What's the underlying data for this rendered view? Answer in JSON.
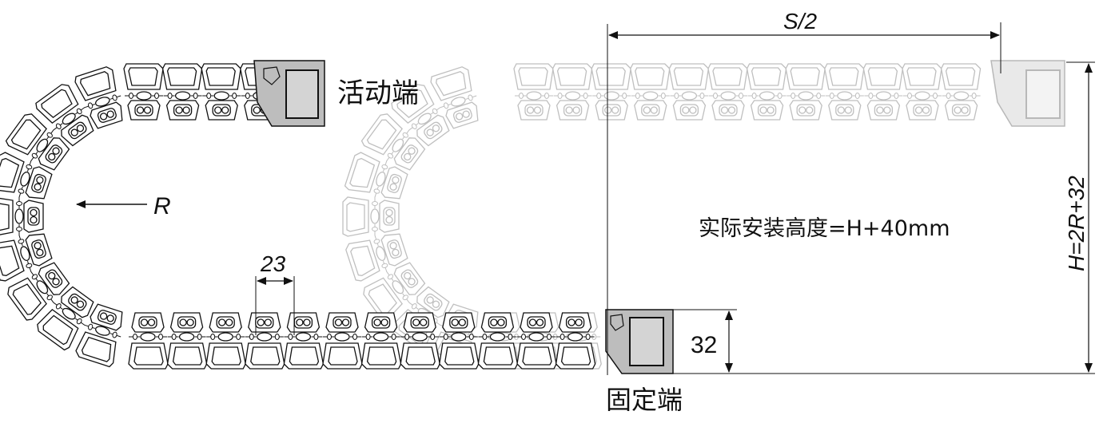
{
  "labels": {
    "moving_end": "活动端",
    "fixed_end": "固定端",
    "radius": "R",
    "pitch": "23",
    "half_stroke": "S/2",
    "height_formula": "H=2R+32",
    "bracket_height": "32",
    "install_height": "实际安装高度=H+40mm"
  },
  "colors": {
    "line": "#111111",
    "ghost_line": "#9a9a9a",
    "bracket_fill": "#bdbdbd",
    "bracket_inner": "#d4d4d4",
    "ghost_bracket_fill": "#dcdcdc"
  }
}
